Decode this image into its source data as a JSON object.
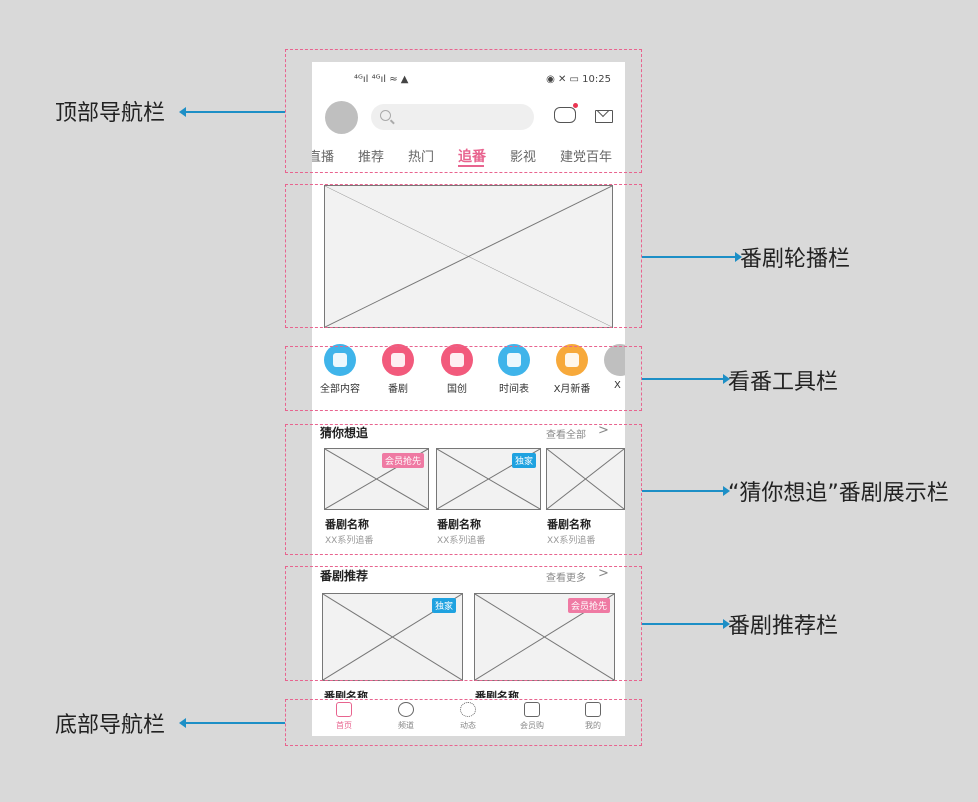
{
  "annotations": {
    "top_nav": "顶部导航栏",
    "banner": "番剧轮播栏",
    "toolbar": "看番工具栏",
    "guess": "“猜你想追”番剧展示栏",
    "recommend": "番剧推荐栏",
    "bottom_nav": "底部导航栏"
  },
  "status_bar": {
    "signal": "⁴ᴳıl ⁴ᴳıl ≈ ▲",
    "right": "◉ ✕ ▭ 10:25"
  },
  "tabs": [
    "直播",
    "推荐",
    "热门",
    "追番",
    "影视",
    "建党百年"
  ],
  "active_tab": "追番",
  "toolbar": [
    {
      "label": "全部内容",
      "color": "#3fb4ea"
    },
    {
      "label": "番剧",
      "color": "#f25a7c"
    },
    {
      "label": "国创",
      "color": "#f25a7c"
    },
    {
      "label": "时间表",
      "color": "#3fb4ea"
    },
    {
      "label": "X月新番",
      "color": "#f7a93b"
    },
    {
      "label": "X",
      "color": "#bfbfbf"
    }
  ],
  "guess": {
    "title": "猜你想追",
    "more": "查看全部",
    "cards": [
      {
        "badge": "会员抢先",
        "title": "番剧名称",
        "sub": "XX系列追番"
      },
      {
        "badge": "独家",
        "title": "番剧名称",
        "sub": "XX系列追番"
      },
      {
        "badge": "",
        "title": "番剧名称",
        "sub": "XX系列追番"
      }
    ]
  },
  "recommend": {
    "title": "番剧推荐",
    "more": "查看更多",
    "cards": [
      {
        "badge": "独家",
        "title": "番剧名称"
      },
      {
        "badge": "会员抢先",
        "title": "番剧名称"
      }
    ]
  },
  "bottom_nav": [
    {
      "label": "首页",
      "active": true
    },
    {
      "label": "频道",
      "active": false
    },
    {
      "label": "动态",
      "active": false
    },
    {
      "label": "会员购",
      "active": false
    },
    {
      "label": "我的",
      "active": false
    }
  ],
  "colors": {
    "accent": "#e8648f",
    "arrow": "#1d8fc6",
    "badge_pink": "#ef7aa3",
    "badge_blue": "#1fa2e0"
  }
}
